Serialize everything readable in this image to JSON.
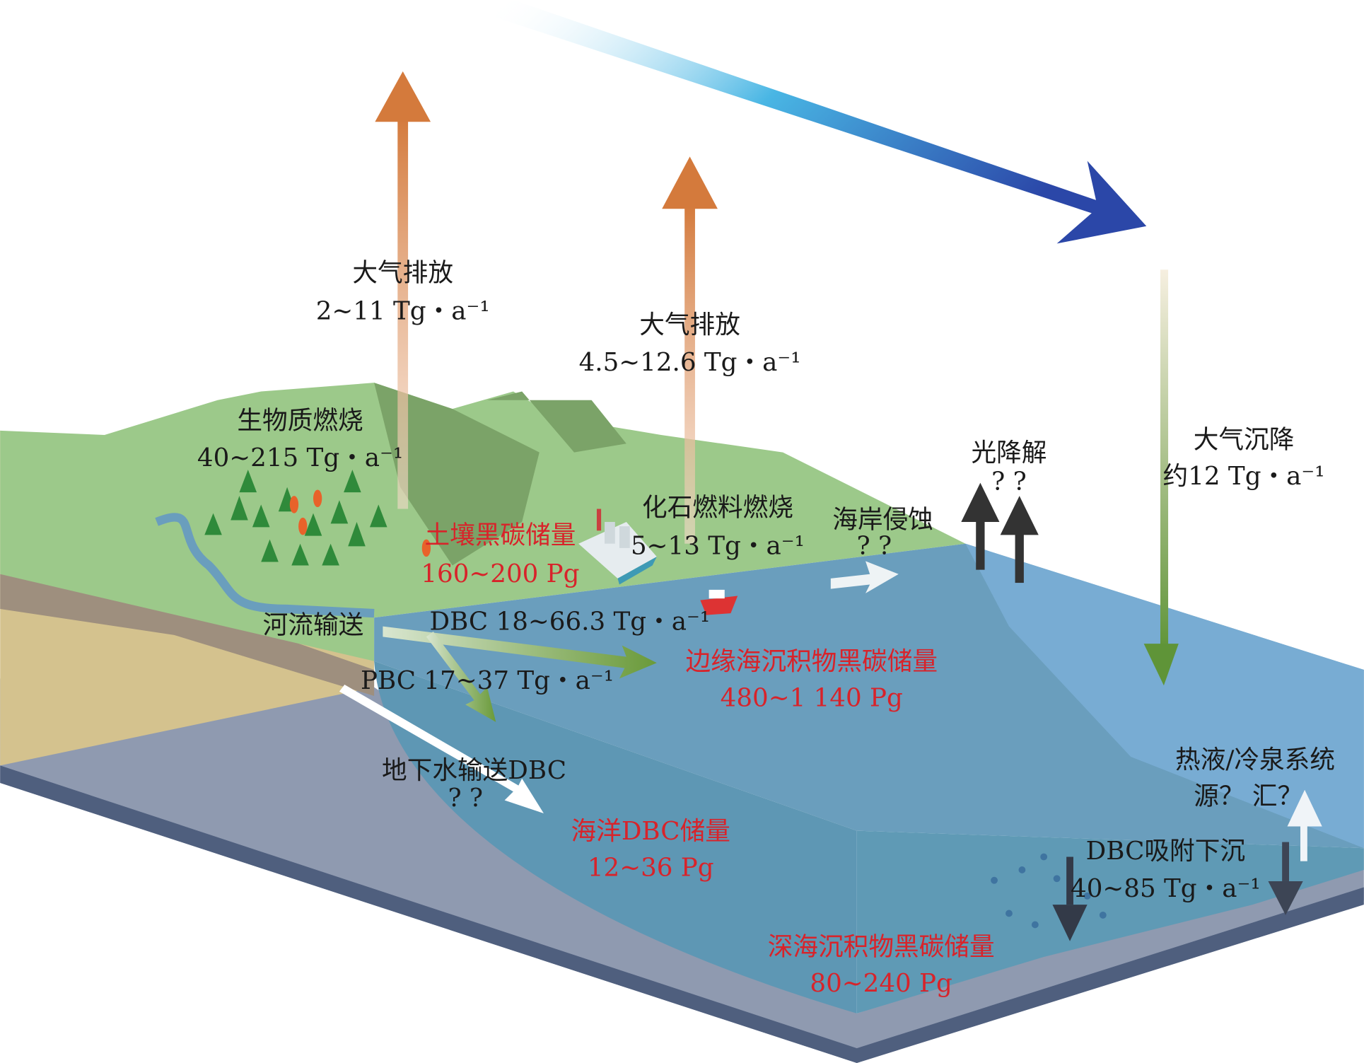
{
  "colors": {
    "land": "#9cc98a",
    "ocean_shelf": "#6a9ebd",
    "ocean_deep": "#78acd3",
    "sediment": "#d4c28e",
    "bedrock": "#8f9ab0",
    "emission_arrow": "#d9834a",
    "deposition_arrow": "#6a9a3a",
    "wind_arrow": "#2e4fb0",
    "label_red": "#d8232a"
  },
  "labels": {
    "emission1_title": "大气排放",
    "emission1_value": "2~11 Tg・a⁻¹",
    "emission2_title": "大气排放",
    "emission2_value": "4.5~12.6 Tg・a⁻¹",
    "biomass_title": "生物质燃烧",
    "biomass_value": "40~215 Tg・a⁻¹",
    "soil_title": "土壤黑碳储量",
    "soil_value": "160~200 Pg",
    "fossil_title": "化石燃料燃烧",
    "fossil_value": "5~13 Tg・a⁻¹",
    "erosion_title": "海岸侵蚀",
    "erosion_value": "? ?",
    "photo_title": "光降解",
    "photo_value": "? ?",
    "deposition_title": "大气沉降",
    "deposition_value": "约12 Tg・a⁻¹",
    "river_title": "河流输送",
    "river_dbc": "DBC 18~66.3 Tg・a⁻¹",
    "river_pbc": "PBC 17~37 Tg・a⁻¹",
    "margin_title": "边缘海沉积物黑碳储量",
    "margin_value": "480~1 140 Pg",
    "groundwater_title": "地下水输送DBC",
    "groundwater_value": "? ?",
    "ocean_dbc_title": "海洋DBC储量",
    "ocean_dbc_value": "12~36 Pg",
    "vent_title": "热液/冷泉系统",
    "vent_value": "源？ 汇？",
    "sink_title": "DBC吸附下沉",
    "sink_value": "40~85 Tg・a⁻¹",
    "deep_title": "深海沉积物黑碳储量",
    "deep_value": "80~240 Pg"
  }
}
